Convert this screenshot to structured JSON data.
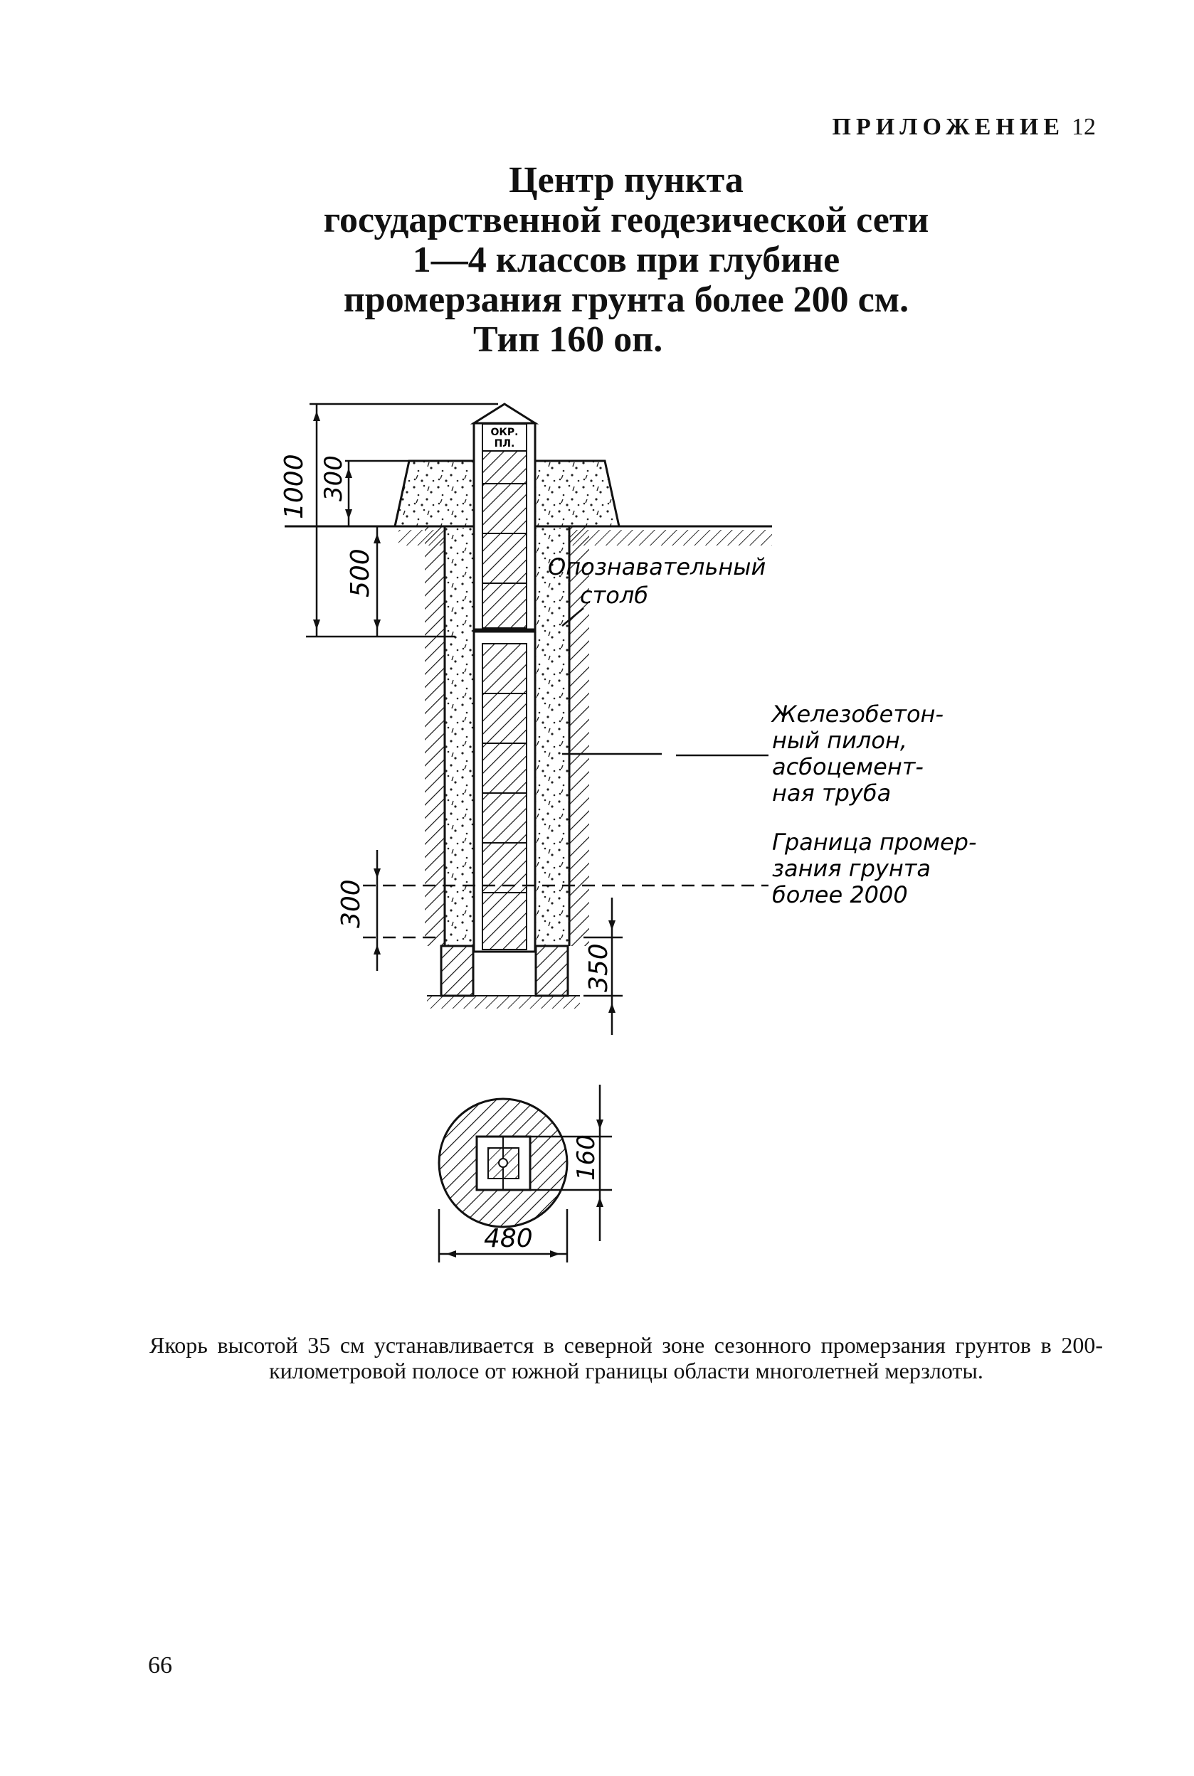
{
  "header": {
    "appendix_label": "ПРИЛОЖЕНИЕ",
    "appendix_number": "12"
  },
  "title": {
    "line1": "Центр пункта",
    "line2": "государственной геодезической сети",
    "line3": "1—4 классов при глубине",
    "line4": "промерзания грунта более 200 см.",
    "line5": "Тип 160 оп."
  },
  "drawing": {
    "plate_label_1": "ОКР.",
    "plate_label_2": "ПЛ.",
    "dim_1000": "1000",
    "dim_300_top": "300",
    "dim_500": "500",
    "dim_300_bottom": "300",
    "dim_350": "350",
    "dim_160": "160",
    "dim_480": "480",
    "callout_pillar_1": "Опознавательный",
    "callout_pillar_2": "столб",
    "callout_pylon_1": "Железобетон-",
    "callout_pylon_2": "ный пилон,",
    "callout_pylon_3": "асбоцемент-",
    "callout_pylon_4": "ная труба",
    "callout_frost_1": "Граница промер-",
    "callout_frost_2": "зания грунта",
    "callout_frost_3": "более 2000"
  },
  "caption": "Якорь высотой 35 см устанавливается в северной зоне сезонного промерзания грунтов в 200-километровой полосе от южной границы области многолетней мерзлоты.",
  "page_number": "66"
}
